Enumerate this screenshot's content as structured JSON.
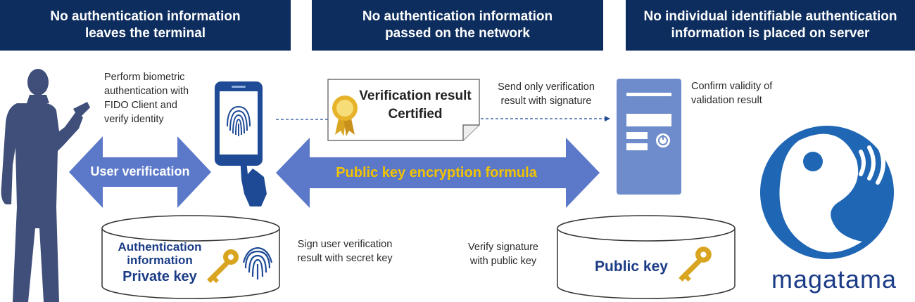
{
  "banners": [
    {
      "line1": "No authentication information",
      "line2": "leaves the terminal"
    },
    {
      "line1": "No authentication information",
      "line2": "passed on the network"
    },
    {
      "line1": "No individual identifiable authentication",
      "line2": "information is placed on server"
    }
  ],
  "notes": {
    "biometric": [
      "Perform biometric",
      "authentication with",
      "FIDO Client and",
      "verify identity"
    ],
    "send_only": [
      "Send only verification",
      "result with signature"
    ],
    "confirm": [
      "Confirm validity of",
      "validation result"
    ],
    "sign": [
      "Sign user verification",
      "result with secret key"
    ],
    "verify": [
      "Verify signature",
      "with public key"
    ]
  },
  "certificate": {
    "line1": "Verification result",
    "line2": "Certified"
  },
  "arrows": {
    "user_verification": "User verification",
    "public_key_formula": "Public key encryption formula"
  },
  "databases": {
    "client": {
      "line1": "Authentication",
      "line2": "information",
      "line3": "Private key"
    },
    "server": {
      "label": "Public key"
    }
  },
  "brand": {
    "name": "magatama"
  },
  "colors": {
    "banner": "#0c2d5e",
    "arrow": "#5b78c9",
    "arrow_text_white": "#ffffff",
    "arrow_text_yellow": "#f2c300",
    "dark_blue": "#1b3c86",
    "key_gold": "#d9a521",
    "brand_blue": "#1f66b4"
  }
}
